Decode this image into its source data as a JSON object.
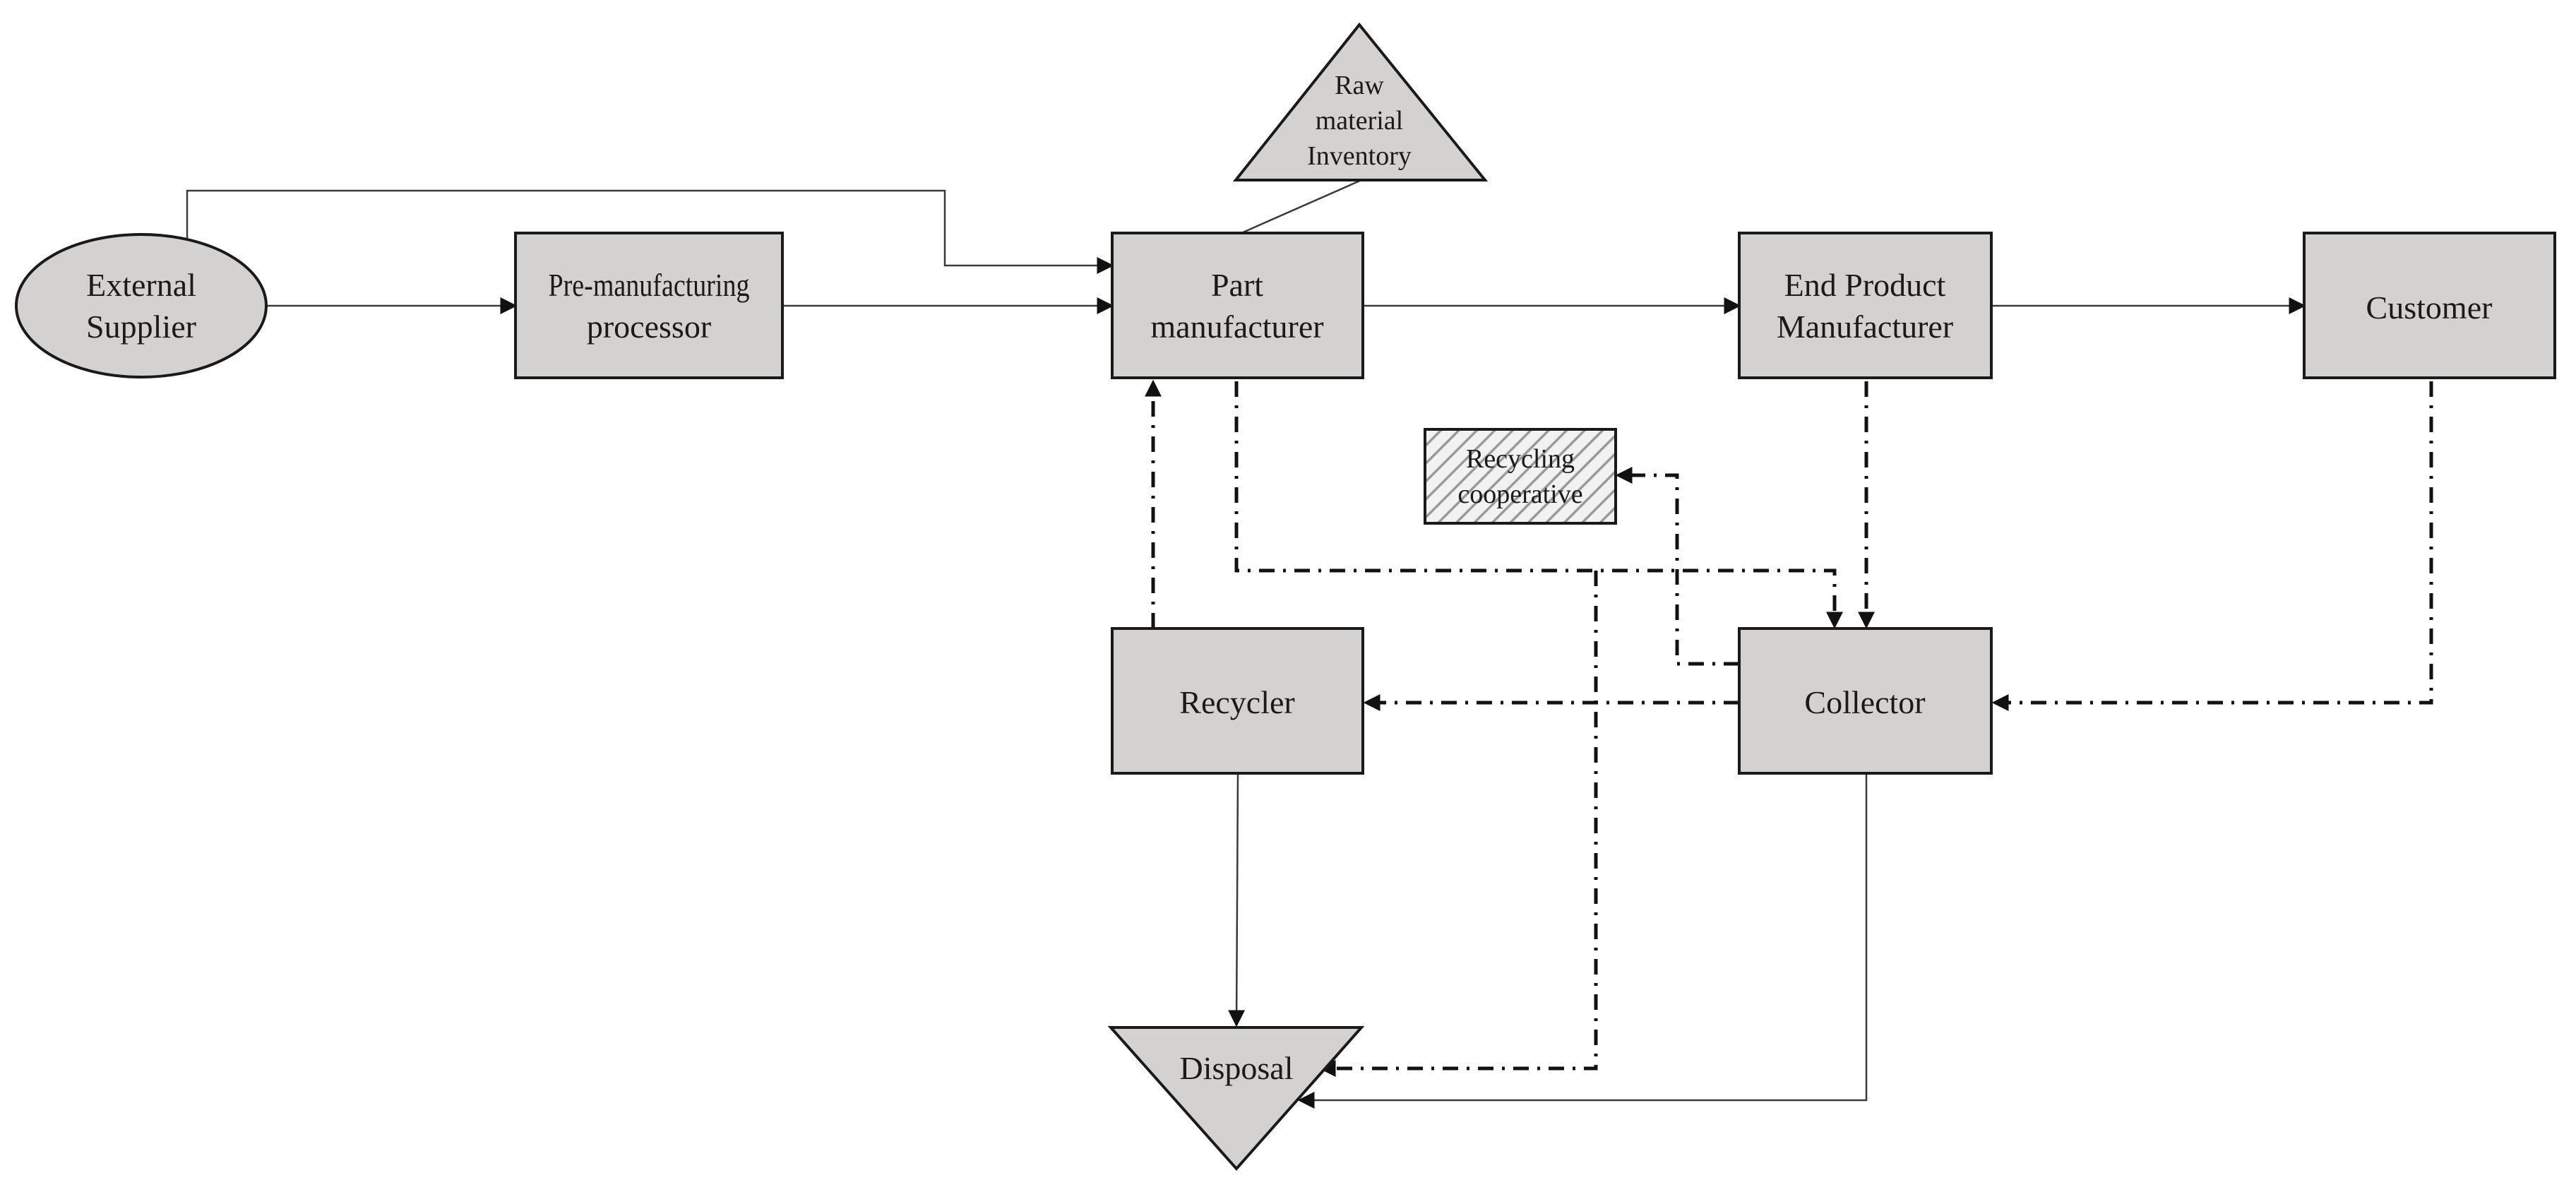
{
  "nodes": {
    "external_supplier": [
      "External",
      "Supplier"
    ],
    "pre_manufacturing_processor": [
      "Pre-manufacturing",
      "processor"
    ],
    "part_manufacturer": [
      "Part",
      "manufacturer"
    ],
    "raw_material_inventory": [
      "Raw",
      "material",
      "Inventory"
    ],
    "end_product_manufacturer": [
      "End Product",
      "Manufacturer"
    ],
    "customer": [
      "Customer"
    ],
    "recycling_cooperative": [
      "Recycling",
      "cooperative"
    ],
    "recycler": [
      "Recycler"
    ],
    "collector": [
      "Collector"
    ],
    "disposal": [
      "Disposal"
    ]
  },
  "colors": {
    "node_fill": "#d4d1d1",
    "node_stroke": "#1a1a1a",
    "solid_flow": "#3a3a3a",
    "reverse_flow": "#111111"
  }
}
